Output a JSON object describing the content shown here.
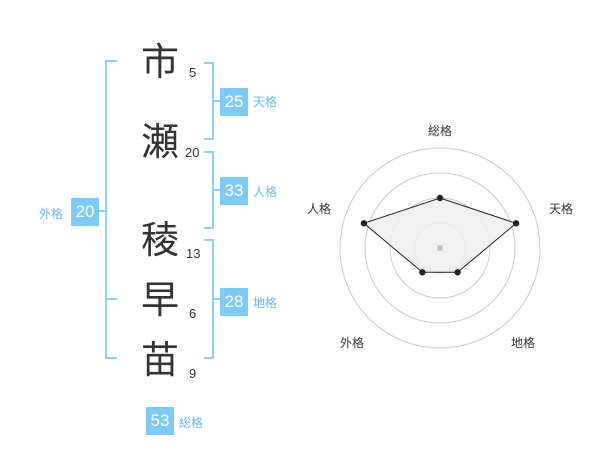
{
  "name": {
    "surname": [
      {
        "char": "市",
        "strokes": "5"
      },
      {
        "char": "瀬",
        "strokes": "20"
      }
    ],
    "given": [
      {
        "char": "稜",
        "strokes": "13"
      },
      {
        "char": "早",
        "strokes": "6"
      },
      {
        "char": "苗",
        "strokes": "9"
      }
    ]
  },
  "kaku": {
    "tenkaku": {
      "label": "天格",
      "value": "25"
    },
    "jinkaku": {
      "label": "人格",
      "value": "33"
    },
    "chikaku": {
      "label": "地格",
      "value": "28"
    },
    "gaikaku": {
      "label": "外格",
      "value": "20"
    },
    "soukaku": {
      "label": "総格",
      "value": "53"
    }
  },
  "colors": {
    "accent": "#7ecbf5",
    "accent_text": "#6ab7e6",
    "bracket": "#8fd0f7",
    "radar_fill": "#eeeeee",
    "ring": "#cccccc"
  },
  "chart_data": {
    "type": "radar",
    "axes": [
      "総格",
      "天格",
      "地格",
      "外格",
      "人格"
    ],
    "values": [
      2.5,
      4,
      1.5,
      1.5,
      4
    ],
    "rmax": 5,
    "rings": 4
  }
}
